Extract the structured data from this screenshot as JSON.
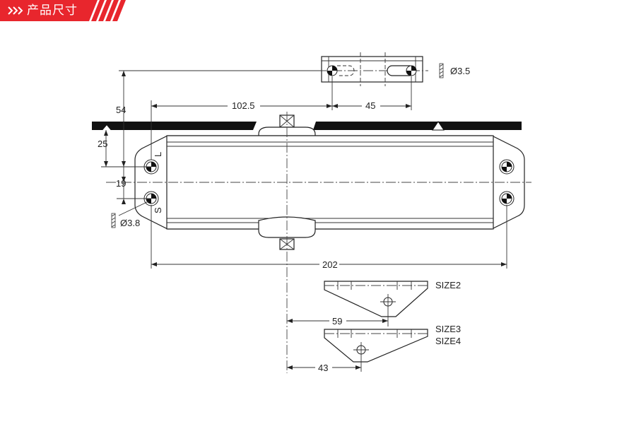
{
  "header": {
    "title": "产品尺寸",
    "chevrons_icon": "triple-chevron-right-icon",
    "stripes_icon": "diagonal-stripes-icon",
    "color": "#e8262d"
  },
  "dimensions": {
    "height_54": "54",
    "height_25": "25",
    "height_19": "19",
    "width_102_5": "102.5",
    "width_45": "45",
    "width_202": "202",
    "width_59": "59",
    "width_43": "43",
    "hole_3_5": "Ø3.5",
    "hole_3_8": "Ø3.8"
  },
  "markings": {
    "label_l": "L",
    "label_s": "S"
  },
  "bracket_labels": {
    "size2": "SIZE2",
    "size3": "SIZE3",
    "size4": "SIZE4"
  }
}
